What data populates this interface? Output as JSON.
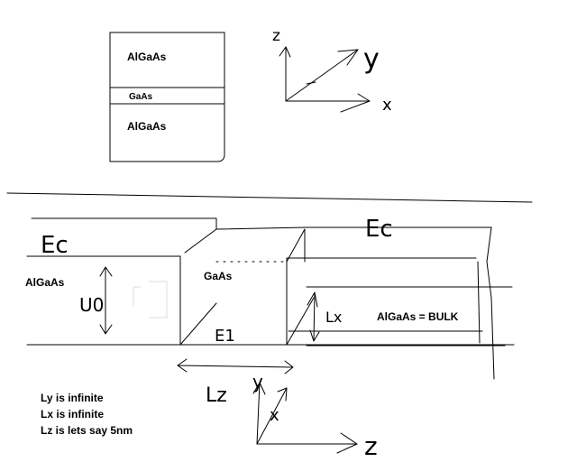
{
  "layer_stack": {
    "top_layer": "AlGaAs",
    "middle_layer": "GaAs",
    "bottom_layer": "AlGaAs"
  },
  "axes_top": {
    "z": "z",
    "y": "y",
    "x": "x"
  },
  "band_diagram": {
    "left_region": "AlGaAs",
    "center_region": "GaAs",
    "right_region": "AlGaAs = BULK",
    "ec_left": "Ec",
    "ec_right": "Ec",
    "u0": "U0",
    "e1": "E1",
    "lx": "Lx",
    "lz": "Lz"
  },
  "notes": [
    "Ly is infinite",
    "Lx is infinite",
    "Lz is lets say 5nm"
  ],
  "axes_bottom": {
    "y": "y",
    "x": "x",
    "z": "z"
  }
}
